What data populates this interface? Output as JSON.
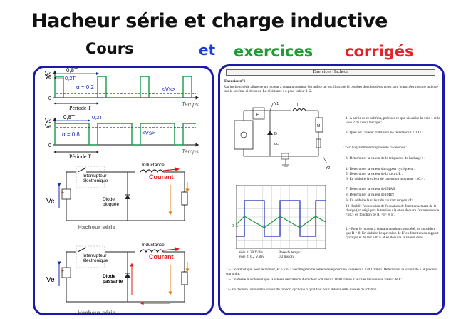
{
  "header": {
    "title": "Hacheur série et charge inductive",
    "cours": "Cours",
    "et": "et",
    "exercices": "exercices",
    "corriges": "corrigés"
  },
  "left": {
    "graph1": {
      "ve": "Ve",
      "vs": "Vs",
      "period1": "0,8T",
      "period2": "0,2T",
      "alpha": "α = 0.2",
      "mean": "<Vs>",
      "period": "Période T",
      "temps": "Temps",
      "zero": "0"
    },
    "graph2": {
      "vs": "Vs",
      "ve": "Ve",
      "period1": "0,8T",
      "period2": "0,2T",
      "alpha": "α = 0.8",
      "mean": "<Vs>",
      "period": "Période T",
      "temps": "Temps",
      "zero": "0"
    },
    "circuit1": {
      "switch": "Interrupteur",
      "switch2": "électronique",
      "diode": "Diode",
      "diode2": "bloquée",
      "inductance": "Inductance",
      "courant": "Courant",
      "ve": "Ve",
      "caption": "Hacheur série"
    },
    "circuit2": {
      "switch": "Interrupteur",
      "switch2": "électronique",
      "diode": "Diode",
      "diode2": "passante",
      "inductance": "Inductance",
      "courant": "Courant",
      "ve": "Ve",
      "caption": "Hacheur série"
    }
  },
  "right": {
    "head": "Exercices Hacheur",
    "exo": "Exercice n°1 :",
    "intro": "Un hacheur série alimente un moteur à courant continu. On utilise un oscilloscope bi courbes dont les deux voies sont branchées comme indiqué sur le schéma ci-dessous. La résistance r a pour valeur 1 Ω.",
    "q": [
      "1- A partir de ce schéma, préciser ce que visualise la voie 1 et la voie 2 de l'oscilloscope :",
      "2- Quel est l'intérêt d'utiliser une résistance r = 1 Ω ?",
      "L'oscillogramme est représenté ci-dessous :",
      "3- Déterminer la valeur de la fréquence de hachage f :",
      "4- Déterminer la valeur du rapport cyclique α :",
      "5- Déterminer la valeur de la f.e.m. E :",
      "6- En déduire la valeur de la tension moyenne <uC> :",
      "7- Déterminer la valeur de IMAX",
      "8- Déterminer la valeur de IMIN",
      "9- En déduire la valeur du courant moyen <I> :",
      "10- Etablir l'expression de l'équation de fonctionnement de la charge (on négligera la tension r.i) et en déduire l'expression de <uC> en fonction de R, <I> et E'.",
      "11- Pour le moteur à courant continu considéré, on considère que R = 0. En déduire l'expression de E' en fonction du rapport cyclique et de la f.e.m E et en déduire la valeur de E'."
    ],
    "voie1": "Voie 1: 20 V/div",
    "voie2": "Voie 2: 0,2 V/div",
    "base": "Base de temps :",
    "base2": "0,2 ms/div",
    "q2": [
      "12- On admet que pour le moteur, E' = k.n. L'oscillogramme a été relevé pour une vitesse n = 1200 tr/min. Déterminer la valeur de k et préciser son unité.",
      "13- On désire maintenant que la vitesse de rotation du moteur soit de n = 1600 tr/min. Calculer la nouvelle valeur de E'.",
      "14- En déduire la nouvelle valeur du rapport cyclique α qu'il faut pour obtenir cette vitesse de rotation."
    ]
  }
}
